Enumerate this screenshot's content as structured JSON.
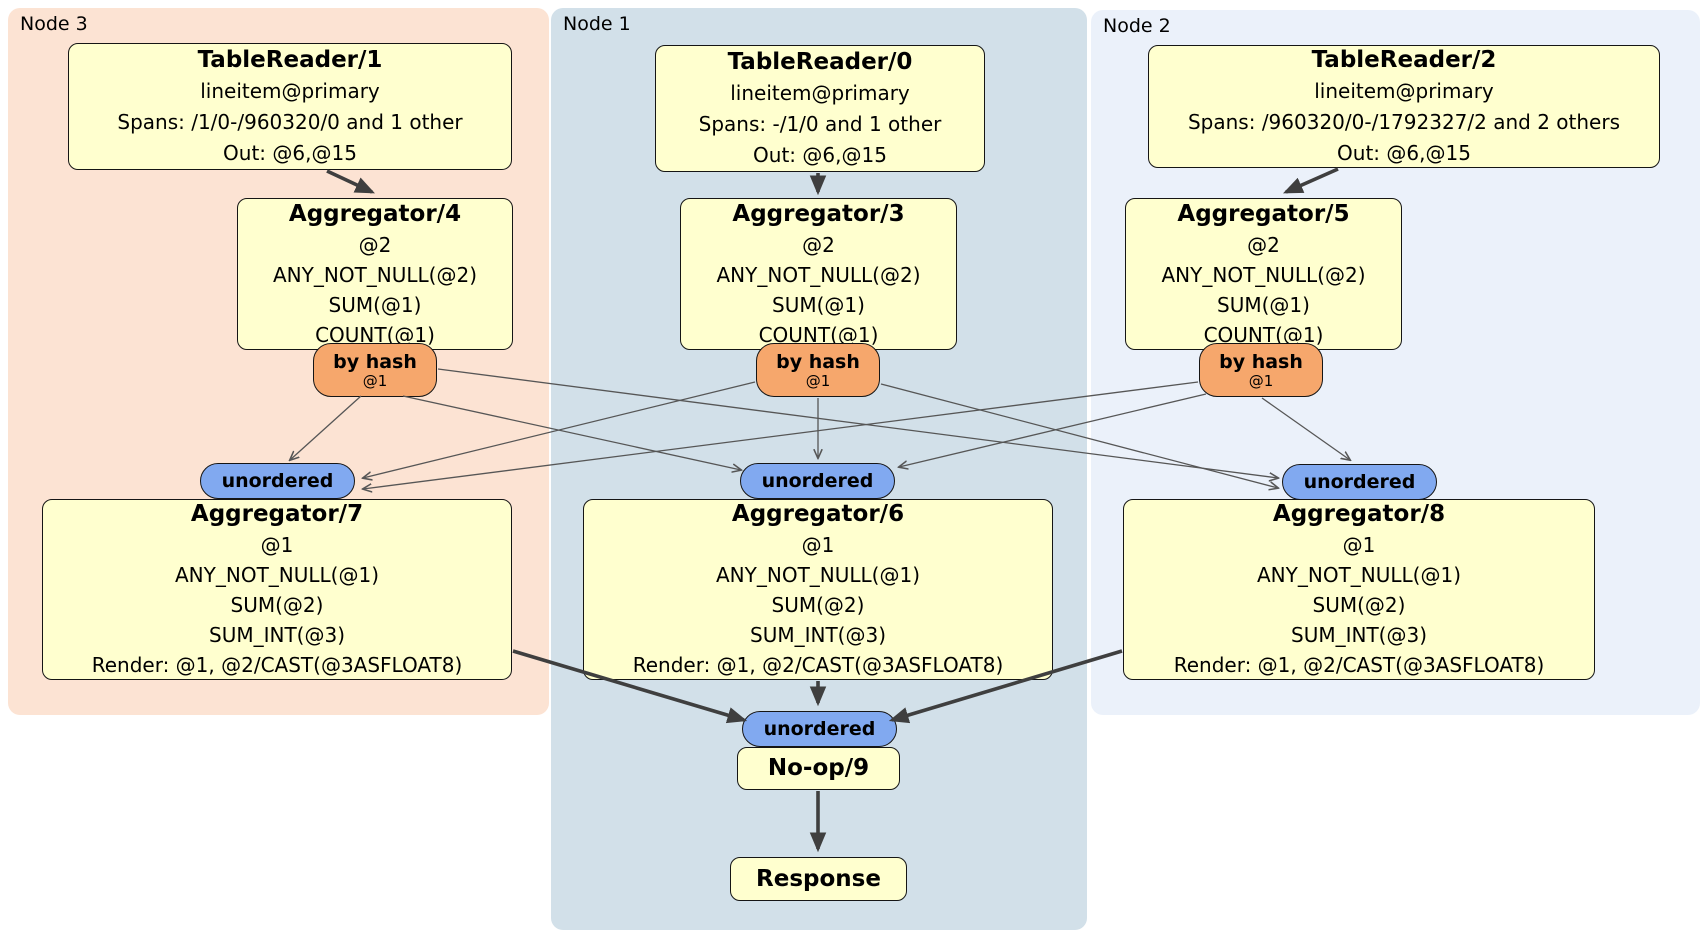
{
  "regions": {
    "node3": {
      "label": "Node 3"
    },
    "node1": {
      "label": "Node 1"
    },
    "node2": {
      "label": "Node 2"
    }
  },
  "nodes": {
    "tablereader1": {
      "title": "TableReader/1",
      "lines": [
        "lineitem@primary",
        "Spans: /1/0-/960320/0 and 1 other",
        "Out: @6,@15"
      ]
    },
    "tablereader0": {
      "title": "TableReader/0",
      "lines": [
        "lineitem@primary",
        "Spans: -/1/0 and 1 other",
        "Out: @6,@15"
      ]
    },
    "tablereader2": {
      "title": "TableReader/2",
      "lines": [
        "lineitem@primary",
        "Spans: /960320/0-/1792327/2 and 2 others",
        "Out: @6,@15"
      ]
    },
    "aggregator4": {
      "title": "Aggregator/4",
      "lines": [
        "@2",
        "ANY_NOT_NULL(@2)",
        "SUM(@1)",
        "COUNT(@1)"
      ]
    },
    "aggregator3": {
      "title": "Aggregator/3",
      "lines": [
        "@2",
        "ANY_NOT_NULL(@2)",
        "SUM(@1)",
        "COUNT(@1)"
      ]
    },
    "aggregator5": {
      "title": "Aggregator/5",
      "lines": [
        "@2",
        "ANY_NOT_NULL(@2)",
        "SUM(@1)",
        "COUNT(@1)"
      ]
    },
    "aggregator7": {
      "title": "Aggregator/7",
      "lines": [
        "@1",
        "ANY_NOT_NULL(@1)",
        "SUM(@2)",
        "SUM_INT(@3)",
        "Render: @1, @2/CAST(@3ASFLOAT8)"
      ]
    },
    "aggregator6": {
      "title": "Aggregator/6",
      "lines": [
        "@1",
        "ANY_NOT_NULL(@1)",
        "SUM(@2)",
        "SUM_INT(@3)",
        "Render: @1, @2/CAST(@3ASFLOAT8)"
      ]
    },
    "aggregator8": {
      "title": "Aggregator/8",
      "lines": [
        "@1",
        "ANY_NOT_NULL(@1)",
        "SUM(@2)",
        "SUM_INT(@3)",
        "Render: @1, @2/CAST(@3ASFLOAT8)"
      ]
    },
    "noop9": {
      "title": "No-op/9"
    },
    "response": {
      "title": "Response"
    }
  },
  "routers": {
    "byhash3": {
      "label": "by hash",
      "sub": "@1"
    },
    "byhash1": {
      "label": "by hash",
      "sub": "@1"
    },
    "byhash2": {
      "label": "by hash",
      "sub": "@1"
    }
  },
  "syncs": {
    "unordered3": {
      "label": "unordered"
    },
    "unordered1": {
      "label": "unordered"
    },
    "unordered2": {
      "label": "unordered"
    },
    "unorderedFinal": {
      "label": "unordered"
    }
  },
  "edges": [
    {
      "from": "TableReader/1",
      "to": "Aggregator/4"
    },
    {
      "from": "TableReader/0",
      "to": "Aggregator/3"
    },
    {
      "from": "TableReader/2",
      "to": "Aggregator/5"
    },
    {
      "from": "by hash (Node 3)",
      "to": "unordered (Node 3)"
    },
    {
      "from": "by hash (Node 3)",
      "to": "unordered (Node 1)"
    },
    {
      "from": "by hash (Node 3)",
      "to": "unordered (Node 2)"
    },
    {
      "from": "by hash (Node 1)",
      "to": "unordered (Node 3)"
    },
    {
      "from": "by hash (Node 1)",
      "to": "unordered (Node 1)"
    },
    {
      "from": "by hash (Node 1)",
      "to": "unordered (Node 2)"
    },
    {
      "from": "by hash (Node 2)",
      "to": "unordered (Node 3)"
    },
    {
      "from": "by hash (Node 2)",
      "to": "unordered (Node 1)"
    },
    {
      "from": "by hash (Node 2)",
      "to": "unordered (Node 2)"
    },
    {
      "from": "Aggregator/7",
      "to": "unordered (final)"
    },
    {
      "from": "Aggregator/6",
      "to": "unordered (final)"
    },
    {
      "from": "Aggregator/8",
      "to": "unordered (final)"
    },
    {
      "from": "No-op/9",
      "to": "Response"
    }
  ],
  "colors": {
    "peach": "#fce3d3",
    "nodeblue": "#d2e0e9",
    "paleblue": "#ebf1fa",
    "yellow": "#ffffcf",
    "orange": "#f6a76c",
    "blue": "#81a9f0",
    "edge-thin": "#565656",
    "edge-thick": "#3f3f3f"
  }
}
